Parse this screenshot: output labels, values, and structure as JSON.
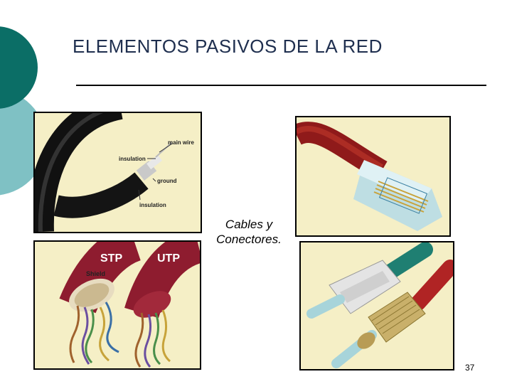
{
  "slide": {
    "title": "ELEMENTOS PASIVOS DE LA RED",
    "caption_line1": "Cables y",
    "caption_line2": "Conectores.",
    "page_number": "37"
  },
  "coax_image": {
    "label_main_wire": "main wire",
    "label_insulation_top": "insulation",
    "label_ground": "ground",
    "label_insulation_bottom": "insulation"
  },
  "twisted_pair_image": {
    "label_stp": "STP",
    "label_utp": "UTP",
    "label_shield": "Shield"
  },
  "colors": {
    "accent_teal": "#0b6e66",
    "accent_light": "#79bfc2",
    "picture_background": "#f5efc6"
  }
}
